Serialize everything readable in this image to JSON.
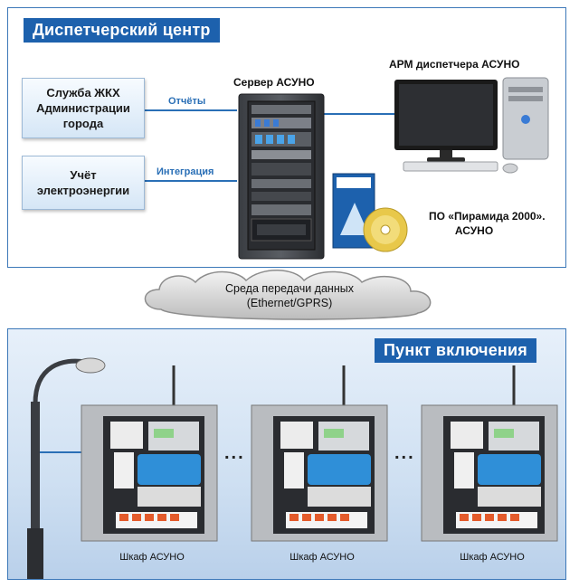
{
  "dispatch_center": {
    "title": "Диспетчерский центр",
    "boxes": [
      {
        "label": "Служба ЖКХ\nАдминистрации\nгорода"
      },
      {
        "label": "Учёт\nэлектроэнергии"
      }
    ],
    "links": {
      "reports": "Отчёты",
      "integration": "Интеграция"
    },
    "server_label": "Сервер АСУНО",
    "workstation_label": "АРМ диспетчера АСУНО",
    "software_label_line1": "ПО «Пирамида 2000».",
    "software_label_line2": "АСУНО"
  },
  "network": {
    "line1": "Среда передачи данных",
    "line2": "(Ethernet/GPRS)"
  },
  "switch_point": {
    "title": "Пункт включения",
    "cabinets": [
      {
        "caption": "Шкаф АСУНО"
      },
      {
        "caption": "Шкаф АСУНО"
      },
      {
        "caption": "Шкаф АСУНО"
      }
    ],
    "ellipsis": "..."
  },
  "colors": {
    "accent": "#1d61ad",
    "border": "#3c78b8",
    "link": "#2a6fb6"
  }
}
